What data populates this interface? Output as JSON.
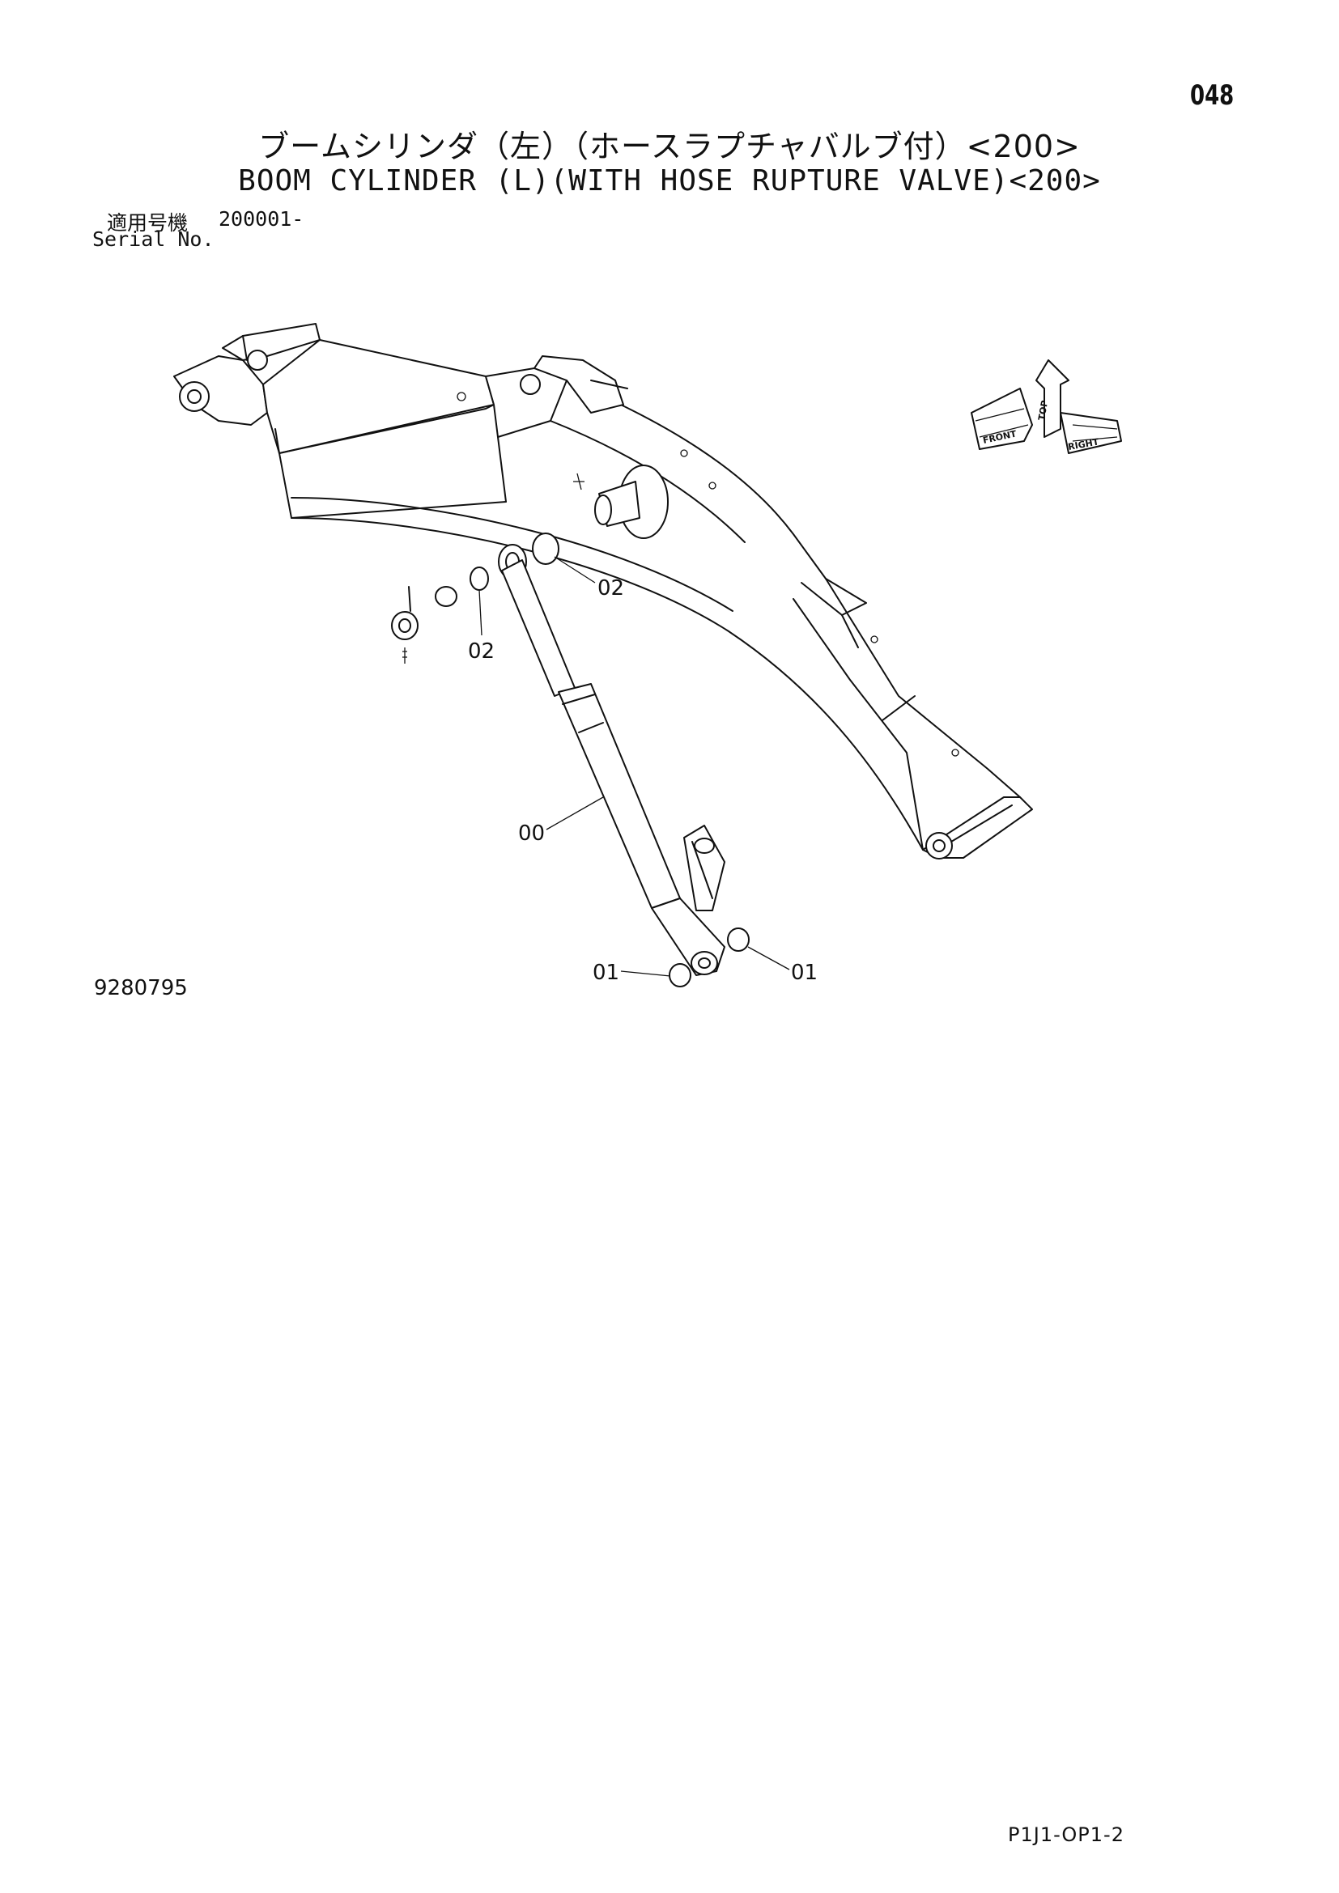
{
  "page": {
    "number": "048",
    "title_jp": "ブームシリンダ（左）（ホースラプチャバルブ付）<200>",
    "title_en": "BOOM CYLINDER (L)(WITH HOSE RUPTURE VALVE)<200>",
    "serial_label_jp": "適用号機",
    "serial_value": "200001-",
    "serial_label_en": "Serial No.",
    "figure_number": "9280795",
    "footer_code": "P1J1-OP1-2"
  },
  "callouts": [
    {
      "id": "c02a",
      "label": "02"
    },
    {
      "id": "c02b",
      "label": "02"
    },
    {
      "id": "c00",
      "label": "00"
    },
    {
      "id": "c01a",
      "label": "01"
    },
    {
      "id": "c01b",
      "label": "01"
    }
  ],
  "direction_indicator": {
    "front": "FRONT",
    "right": "RIGHT",
    "up": "TOP",
    "icon": "direction-arrows-icon"
  }
}
